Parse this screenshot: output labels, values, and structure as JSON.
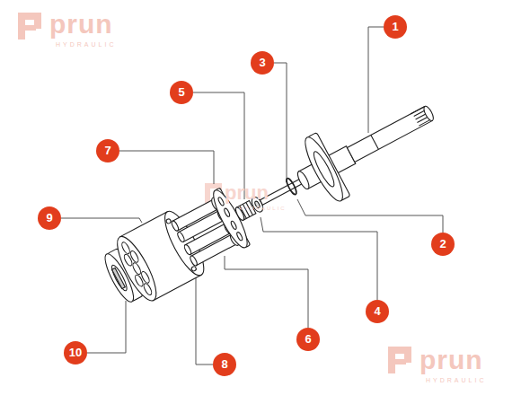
{
  "diagram": {
    "labels": [
      "prun",
      "HYDRAULIC",
      "1",
      "3",
      "5",
      "prun",
      "HYDRAULIC",
      "7",
      "9",
      "2",
      "4",
      "6",
      "10",
      "8",
      "prun",
      "HYDRAULIC"
    ]
  }
}
